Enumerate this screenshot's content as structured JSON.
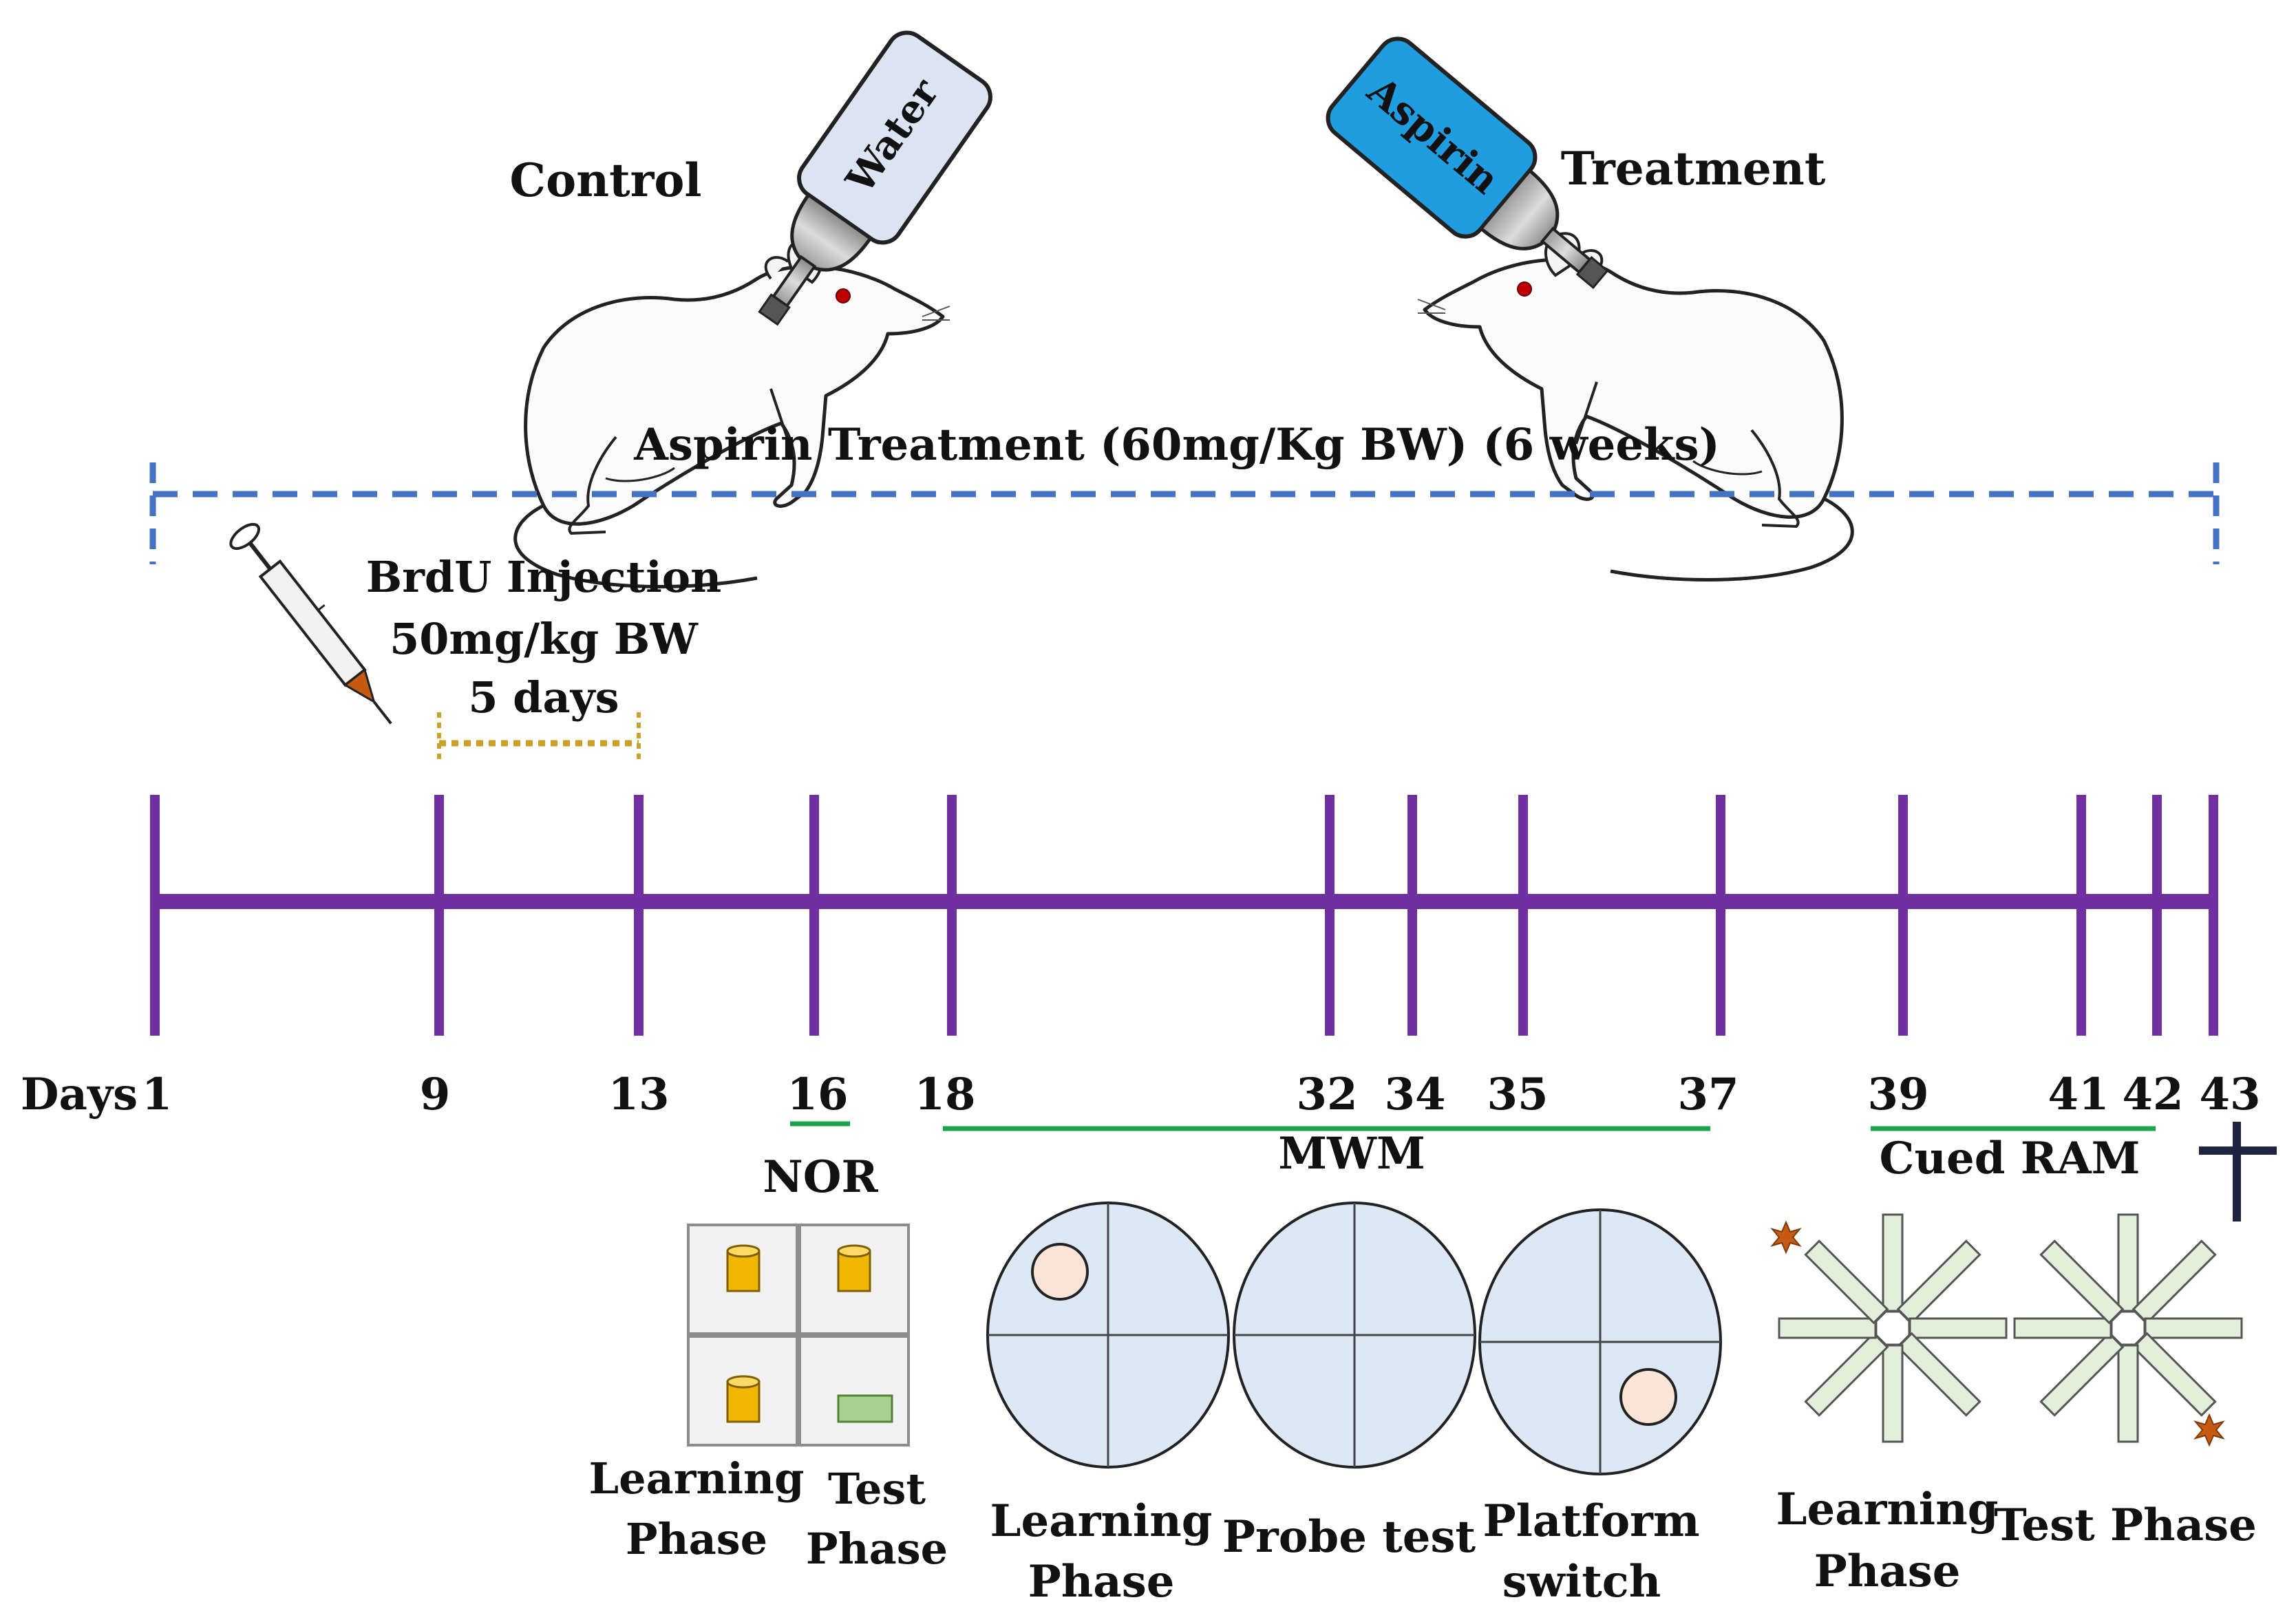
{
  "groups": {
    "control": "Control",
    "treatment": "Treatment"
  },
  "bottles": {
    "water": "Water",
    "aspirin": "Aspirin"
  },
  "treatment_span": "Aspirin Treatment (60mg/Kg BW) (6 weeks)",
  "brdu": {
    "line1": "BrdU Injection",
    "line2": "50mg/kg BW",
    "line3": "5 days"
  },
  "timeline": {
    "prefix": "Days",
    "days": [
      "1",
      "9",
      "13",
      "16",
      "18",
      "32",
      "34",
      "35",
      "37",
      "39",
      "41",
      "42",
      "43"
    ]
  },
  "tests": {
    "nor": {
      "title": "NOR",
      "learning": [
        "Learning",
        "Phase"
      ],
      "test": [
        "Test",
        "Phase"
      ]
    },
    "mwm": {
      "title": "MWM",
      "learning": [
        "Learning",
        "Phase"
      ],
      "probe": "Probe test",
      "switch": [
        "Platform",
        "switch"
      ]
    },
    "ram": {
      "title": "Cued RAM",
      "learning": [
        "Learning",
        "Phase"
      ],
      "test": "Test Phase"
    }
  },
  "colors": {
    "timeline": "#7030a0",
    "treatment_dash": "#4472c4",
    "brdu_dots": "#c9a227",
    "underline": "#1aa34a",
    "water_bottle": "#dbe4f3",
    "aspirin_bottle": "#1f9de0",
    "pool": "#dce8f6",
    "platform": "#fce4d6",
    "object_cylinder": "#f2b705",
    "object_block": "#a9d08e",
    "maze_arm": "#e2efda",
    "food_star": "#c55a11"
  }
}
